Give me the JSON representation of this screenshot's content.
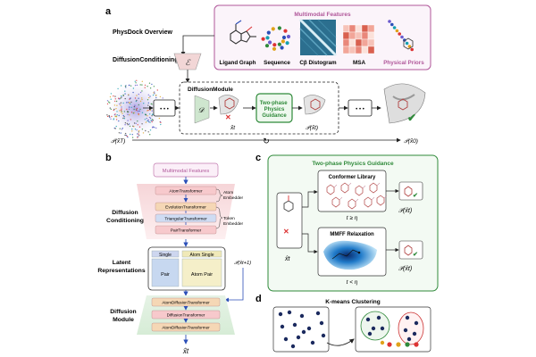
{
  "panel_a": {
    "letter": "a",
    "overview_label": "PhysDock Overview",
    "conditioning_label": "DiffusionConditioning",
    "encoder_symbol": "ℰ",
    "decoder_symbol": "𝒟",
    "features_title": "Multimodal Features",
    "features": [
      "Ligand Graph",
      "Sequence",
      "Cβ Distogram",
      "MSA",
      "Physical Priors"
    ],
    "module_label": "DiffusionModule",
    "guidance_label": "Two-phase Physics Guidance",
    "ellipsis": "• • •",
    "xhat_t": "x̂t",
    "p_xt": "𝒫(x̂t)",
    "p_left": "𝒫(x̂T)",
    "p_right": "𝒫(x̂0)",
    "cross_mark": "✕",
    "check_mark": "✔",
    "cycle_mark": "↻"
  },
  "panel_b": {
    "letter": "b",
    "features_title": "Multimodal Features",
    "cond_label": [
      "Diffusion",
      "Conditioning"
    ],
    "latent_label": [
      "Latent",
      "Representations"
    ],
    "module_label": [
      "Diffusion",
      "Module"
    ],
    "atom_embedder": [
      "Atom",
      "Embedder"
    ],
    "token_embedder": [
      "Token",
      "Embedder"
    ],
    "blocks_top": [
      "AtomTransformer",
      "EvolutionTransformer",
      "TriangularTransformer",
      "PairTransformer"
    ],
    "single_label": "Single",
    "pair_label": "Pair",
    "atom_single_label": "Atom Single",
    "atom_pair_label": "Atom Pair",
    "p_prev": "𝒫(x̂t+1)",
    "blocks_bottom": [
      "AtomDiffusionTransformer",
      "DiffusionTransformer",
      "AtomDiffusionTransformer"
    ],
    "output": "x̂t"
  },
  "panel_c": {
    "letter": "c",
    "title": "Two-phase Physics Guidance",
    "library_label": "Conformer Library",
    "mmff_label": "MMFF Relaxation",
    "cond_ge": "t ≥ η",
    "cond_lt": "t < η",
    "xhat": "x̂t",
    "p_top": "𝒫(x̂t)",
    "p_bottom": "𝒫(x̂t)"
  },
  "panel_d": {
    "letter": "d",
    "title": "K-means Clustering"
  },
  "colors": {
    "pink": "#b0579a",
    "green": "#2f8a3a",
    "blue": "#2b4fb8",
    "navy": "#1b2a5e",
    "dist": "#2c6f8f",
    "msa": "#e9877a"
  }
}
